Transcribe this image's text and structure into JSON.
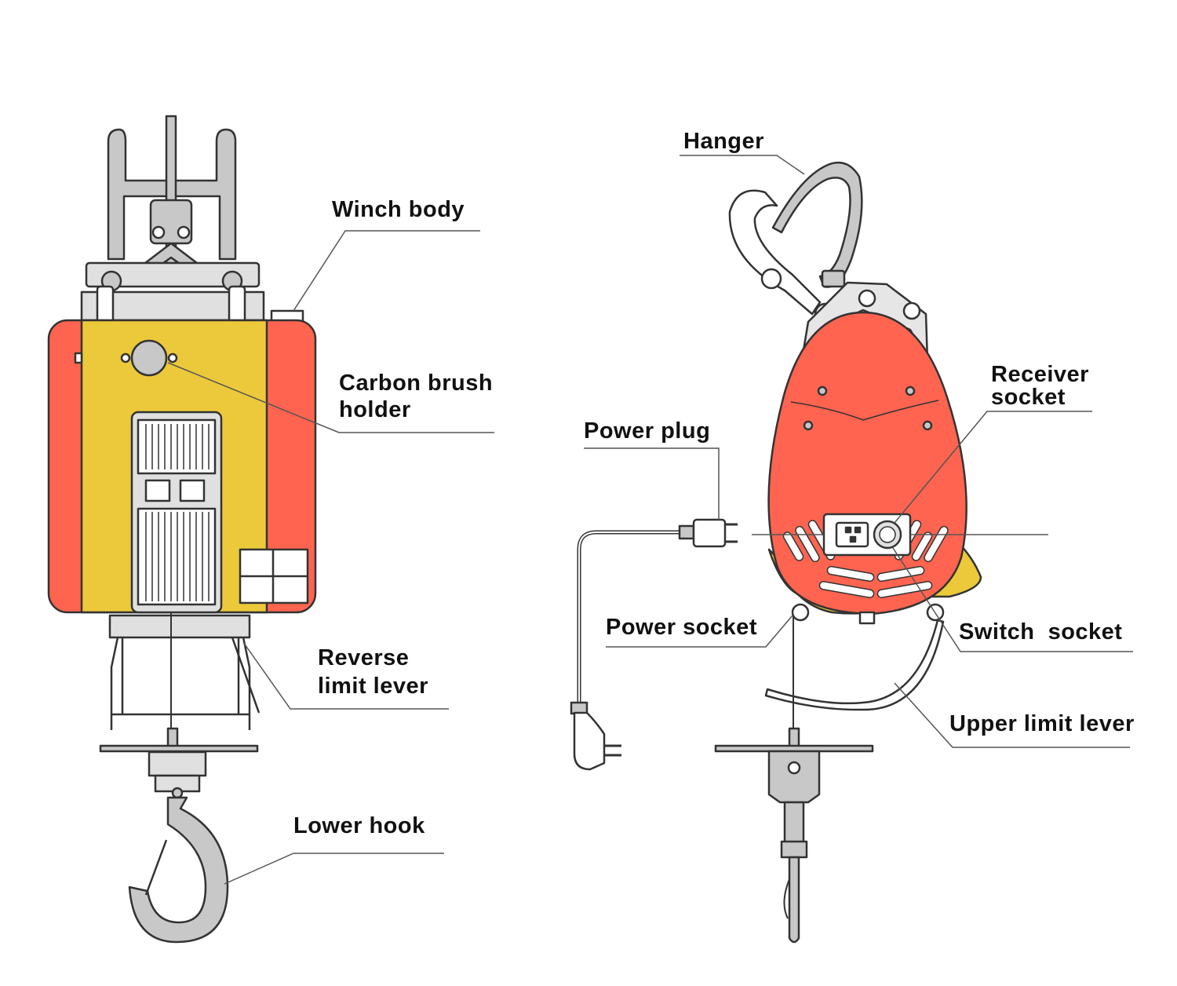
{
  "labels": {
    "winch_body": "Winch body",
    "carbon_brush_line1": "Carbon brush",
    "carbon_brush_line2": "holder",
    "reverse_limit_line1": "Reverse",
    "reverse_limit_line2": "limit lever",
    "lower_hook": "Lower hook",
    "hanger": "Hanger",
    "receiver_line1": "Receiver",
    "receiver_line2": "socket",
    "power_plug": "Power plug",
    "power_socket": "Power socket",
    "switch_socket": "Switch  socket",
    "upper_limit_lever": "Upper limit lever"
  },
  "colors": {
    "body_red": "#ff6450",
    "body_yellow": "#ecc93a",
    "metal_grey": "#c8c8c8",
    "outline": "#333333",
    "leader_line": "#555555"
  }
}
